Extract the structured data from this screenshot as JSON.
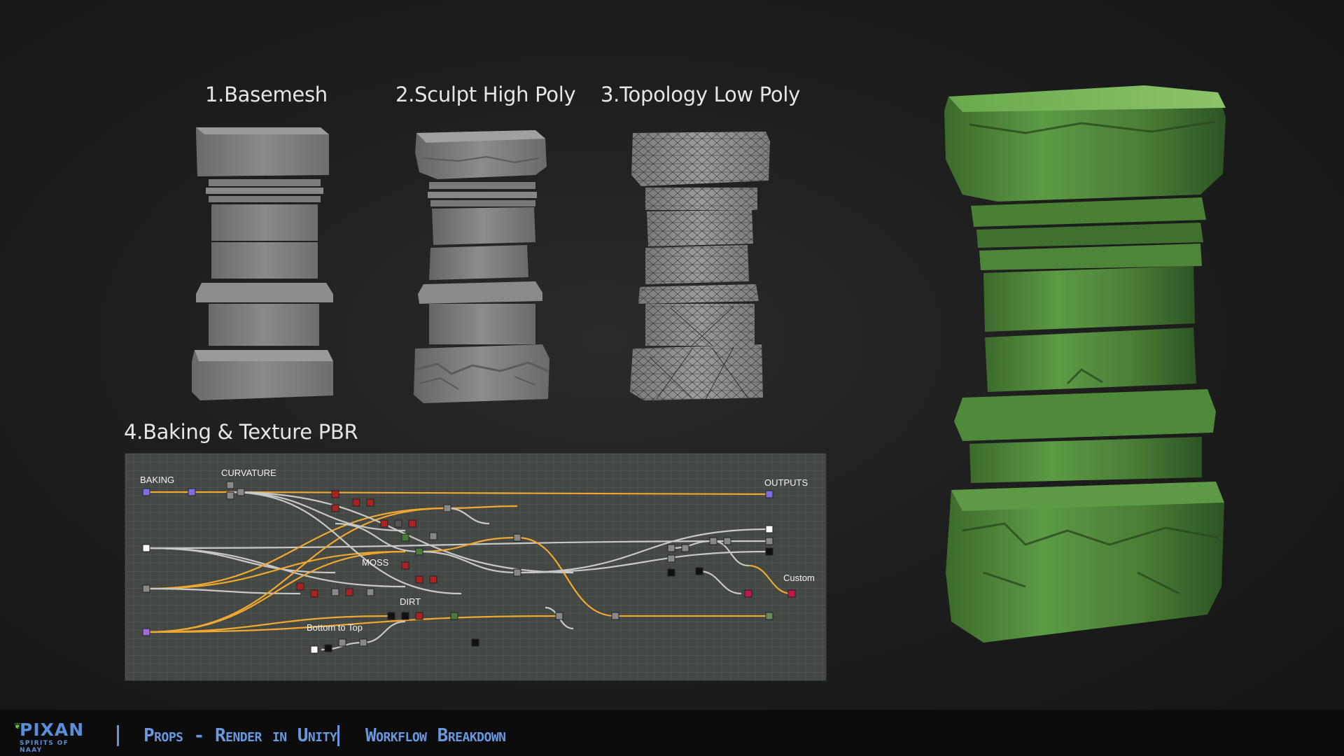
{
  "stages": {
    "basemesh": "1.Basemesh",
    "sculpt": "2.Sculpt High Poly",
    "topology": "3.Topology Low Poly",
    "baking": "4.Baking & Texture PBR"
  },
  "node_graph": {
    "baking": "BAKING",
    "curvature": "CURVATURE",
    "outputs": "OUTPUTS",
    "moss": "MOSS",
    "dirt": "DIRT",
    "bottom_to_top": "Bottom to Top",
    "custom": "Custom"
  },
  "footer": {
    "logo": "PIXAN",
    "logo_subtitle": "SPIRITS OF NAAY",
    "section": "Props - Render in Unity",
    "title": "Workflow Breakdown"
  },
  "colors": {
    "accent_blue": "#6a98dc",
    "moss_green": "#4e8a3a",
    "wire_orange": "#f0a830",
    "wire_grey": "#c8c8c8"
  }
}
